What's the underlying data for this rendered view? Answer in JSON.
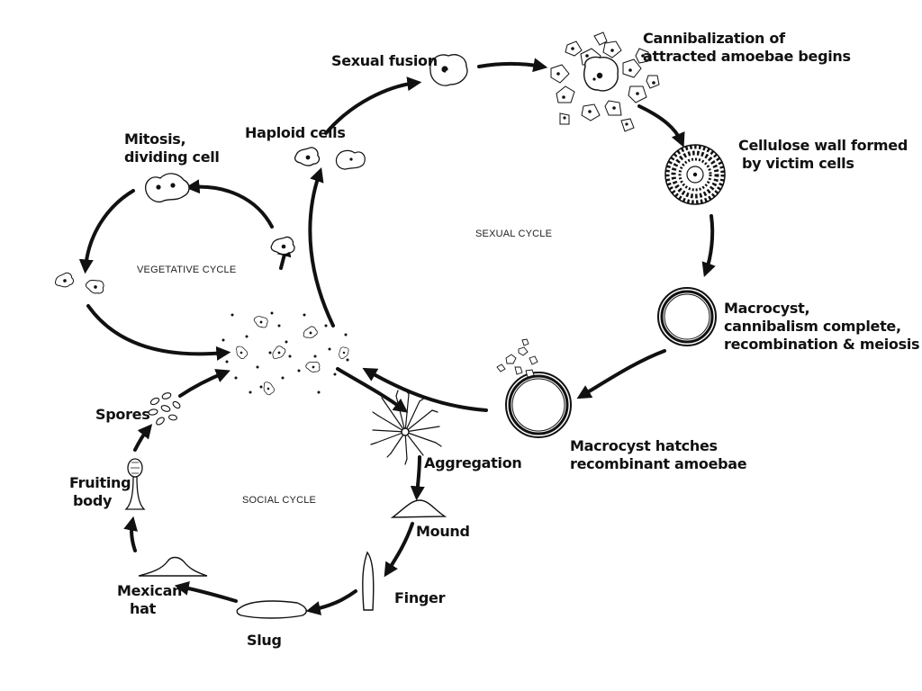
{
  "cycles": {
    "sexual": "SEXUAL CYCLE",
    "vegetative": "VEGETATIVE CYCLE",
    "social": "SOCIAL CYCLE"
  },
  "labels": {
    "sexual_fusion": "Sexual fusion",
    "cannibalization": [
      "Cannibalization of",
      "attracted amoebae begins"
    ],
    "cellulose_wall": [
      "Cellulose wall formed",
      "by victim cells"
    ],
    "macrocyst": [
      "Macrocyst,",
      "cannibalism complete,",
      "recombination & meiosis"
    ],
    "macrocyst_hatches": [
      "Macrocyst hatches",
      "recombinant amoebae"
    ],
    "haploid_cells": "Haploid cells",
    "mitosis": [
      "Mitosis,",
      "dividing cell"
    ],
    "spores": "Spores",
    "fruiting_body": [
      "Fruiting",
      "body"
    ],
    "mexican_hat": [
      "Mexican",
      "hat"
    ],
    "slug": "Slug",
    "finger": "Finger",
    "mound": "Mound",
    "aggregation": "Aggregation"
  },
  "colors": {
    "ink": "#111111",
    "background": "#ffffff"
  }
}
